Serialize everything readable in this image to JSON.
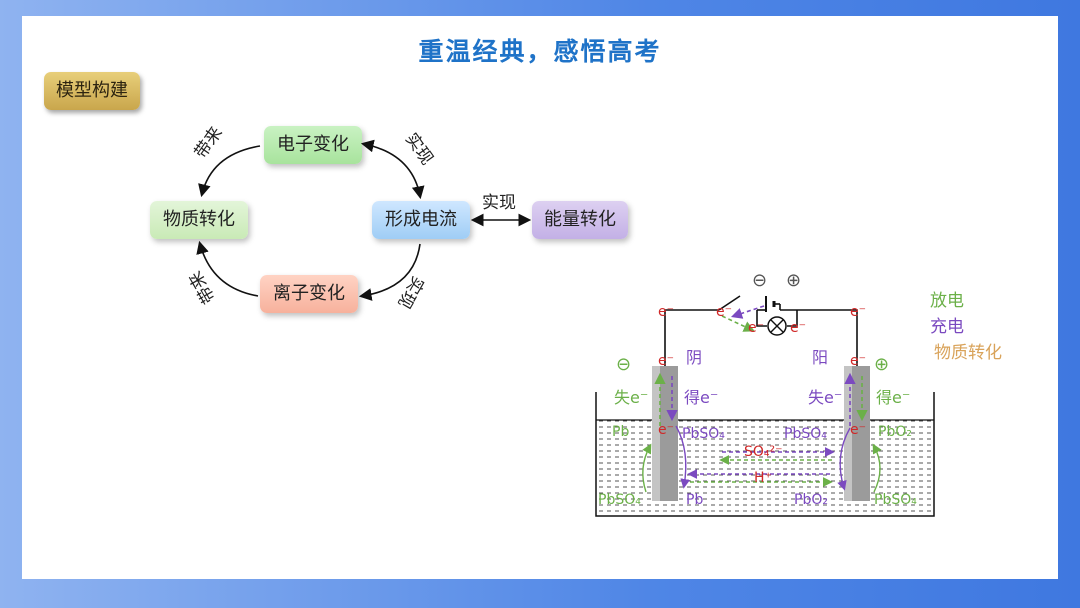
{
  "title": "重温经典，感悟高考",
  "badge": "模型构建",
  "cycle": {
    "electron_change": "电子变化",
    "material_change": "物质转化",
    "form_current": "形成电流",
    "ion_change": "离子变化",
    "energy_change": "能量转化",
    "label_brings_top": "带来",
    "label_brings_bottom": "带来",
    "label_realize_top": "实现",
    "label_realize_bottom": "实现",
    "label_realize_energy": "实现"
  },
  "battery": {
    "minus_sign": "⊖",
    "plus_sign": "⊕",
    "cathode": "阴",
    "anode": "阳",
    "lose_e_left": "失e⁻",
    "gain_e_left": "得e⁻",
    "lose_e_right": "失e⁻",
    "gain_e_right": "得e⁻",
    "electron": "e⁻",
    "pb_left": "Pb",
    "pbso4_left_top": "PbSO₄",
    "pbso4_left_bottom": "PbSO₄",
    "pb_product": "Pb",
    "pbso4_right_top": "PbSO₄",
    "pbo2_right_top": "PbO₂",
    "pbo2_product": "PbO₂",
    "pbso4_right_bottom": "PbSO₄",
    "sulfate": "SO₄²⁻",
    "hydrogen": "H⁺"
  },
  "legend": {
    "discharge": "放电",
    "charge": "充电",
    "material": "物质转化"
  },
  "colors": {
    "accent_title": "#1f73c8",
    "discharge_green": "#6bb048",
    "charge_purple": "#7b4ac0",
    "material_orange": "#d9a35a",
    "electron_red": "#d02828"
  }
}
